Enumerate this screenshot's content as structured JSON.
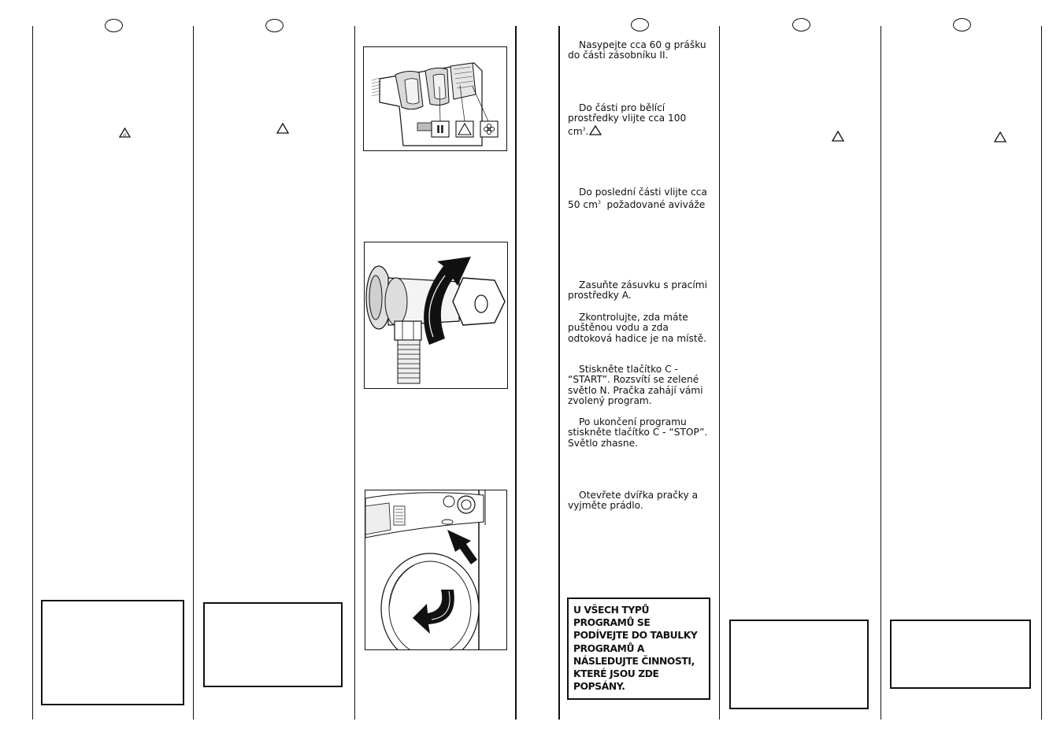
{
  "colors": {
    "ink": "#111111",
    "paper": "#ffffff",
    "shade": "#bdbdbd"
  },
  "icons": [
    "language-oval",
    "warning-triangle-icon",
    "drawer-compartment-II",
    "bleach-triangle",
    "softener-flower"
  ],
  "steps": [
    {
      "text": "Nasypejte cca 60 g prášku do části zásobníku II."
    },
    {
      "text": "Do části pro bělící prostředky vlijte cca 100 cm",
      "sup": "3",
      "tail": "."
    },
    {
      "text": "Do poslední části vlijte cca 50 cm",
      "sup": "3",
      "tail": "  požadované aviváže"
    },
    {
      "text": "Zasuňte zásuvku s pracími prostředky A."
    },
    {
      "text": "Zkontrolujte, zda máte puštěnou vodu a zda odtoková hadice je na místě."
    },
    {
      "text": "Stiskněte tlačítko C - “START”. Rozsvítí se zelené světlo N. Pračka zahájí vámi zvolený program."
    },
    {
      "text": "Po ukončení programu stiskněte tlačítko C - “STOP”. Světlo zhasne."
    },
    {
      "text": "Otevřete dvířka pračky a vyjměte prádlo."
    }
  ],
  "note": "U VŠECH TYPŮ PROGRAMŮ SE PODÍVEJTE DO TABULKY PROGRAMŮ A NÁSLEDUJTE ČINNOSTI, KTERÉ JSOU ZDE POPSÁNY.",
  "drawer_label": "II"
}
